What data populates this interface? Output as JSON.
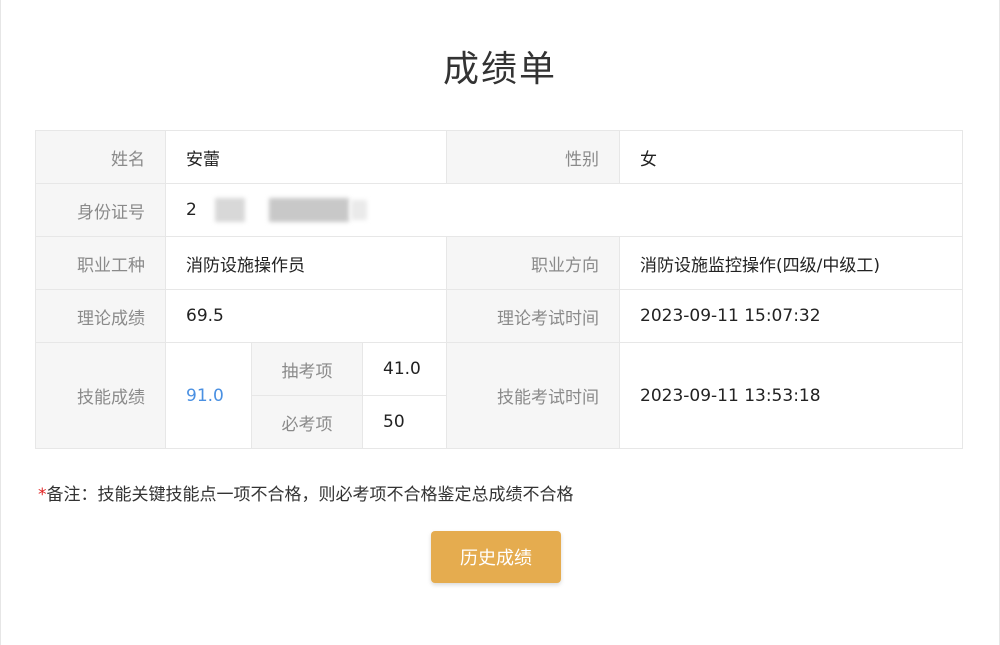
{
  "page": {
    "title": "成绩单"
  },
  "table": {
    "name_label": "姓名",
    "name_value": "安蕾",
    "gender_label": "性别",
    "gender_value": "女",
    "id_label": "身份证号",
    "id_value_visible": "2",
    "occupation_label": "职业工种",
    "occupation_value": "消防设施操作员",
    "direction_label": "职业方向",
    "direction_value": "消防设施监控操作(四级/中级工)",
    "theory_label": "理论成绩",
    "theory_value": "69.5",
    "theory_time_label": "理论考试时间",
    "theory_time_value": "2023-09-11 15:07:32",
    "skill_label": "技能成绩",
    "skill_value": "91.0",
    "draw_label": "抽考项",
    "draw_value": "41.0",
    "required_label": "必考项",
    "required_value": "50",
    "skill_time_label": "技能考试时间",
    "skill_time_value": "2023-09-11 13:53:18"
  },
  "note": {
    "star": "*",
    "text": "备注：技能关键技能点一项不合格，则必考项不合格鉴定总成绩不合格"
  },
  "buttons": {
    "history": "历史成绩"
  },
  "colors": {
    "accent": "#e5ac4f",
    "link": "#4a90e2",
    "required_star": "#e02020"
  }
}
